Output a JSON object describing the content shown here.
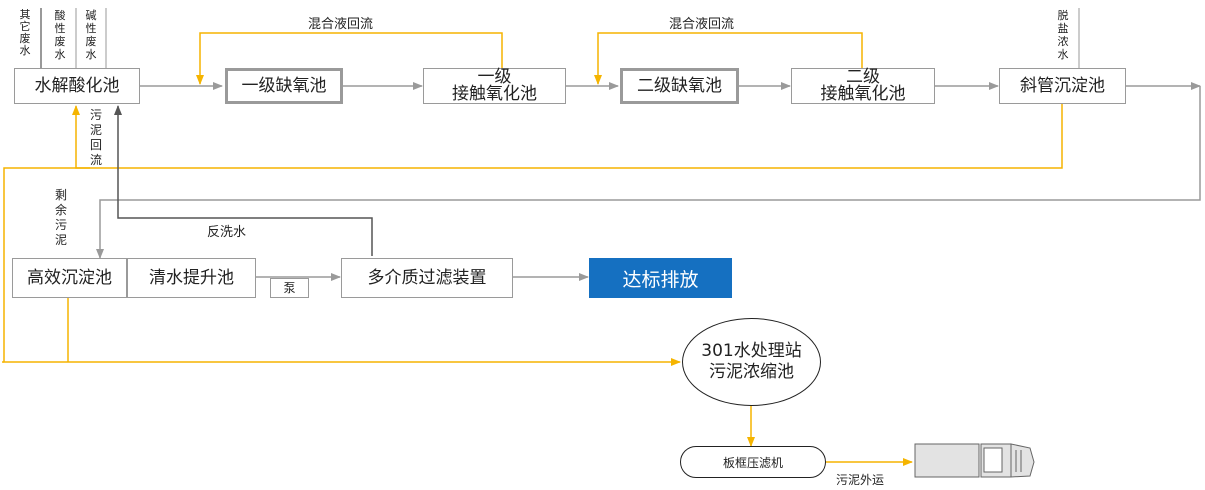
{
  "inputs": {
    "other_wastewater": "其它废水",
    "acid_wastewater": "酸性废水",
    "alkali_wastewater": "碱性废水",
    "desalination_concentrate": "脱盐浓水"
  },
  "units": {
    "hydrolysis_acidification": "水解酸化池",
    "anoxic_1": "一级缺氧池",
    "contact_oxidation_1_line1": "一级",
    "contact_oxidation_1_line2": "接触氧化池",
    "anoxic_2": "二级缺氧池",
    "contact_oxidation_2_line1": "二级",
    "contact_oxidation_2_line2": "接触氧化池",
    "inclined_tube_settler": "斜管沉淀池",
    "high_efficiency_settler": "高效沉淀池",
    "clear_water_lift": "清水提升池",
    "pump": "泵",
    "multimedia_filter": "多介质过滤装置",
    "discharge": "达标排放",
    "sludge_thickener_line1": "301水处理站",
    "sludge_thickener_line2": "污泥浓缩池",
    "filter_press": "板框压滤机"
  },
  "labels": {
    "mixed_liquor_reflux_1": "混合液回流",
    "mixed_liquor_reflux_2": "混合液回流",
    "sludge_reflux": "污泥回流",
    "excess_sludge": "剩余污泥",
    "backwash_water": "反洗水",
    "sludge_outbound": "污泥外运"
  },
  "colors": {
    "water_line": "#9a9a9a",
    "sludge_line": "#f5b400",
    "dark_line": "#666666",
    "discharge_fill": "#1570c1"
  }
}
